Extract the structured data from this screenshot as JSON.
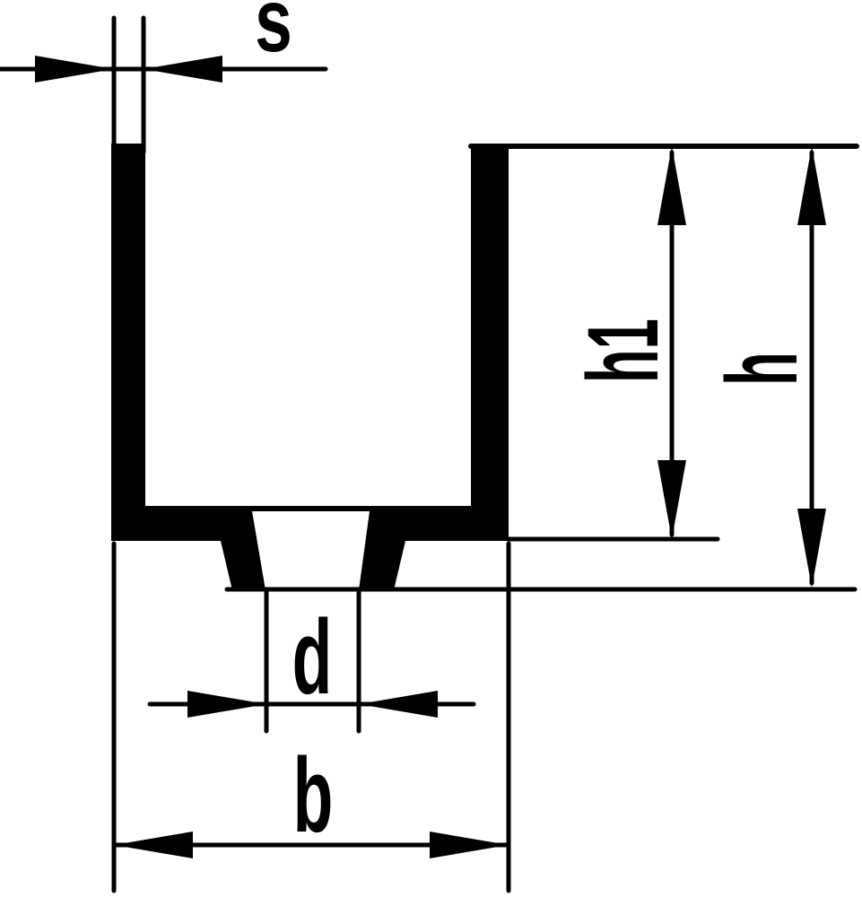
{
  "diagram": {
    "type": "technical-drawing",
    "subject": "U-channel profile cross-section with dimension annotations",
    "colors": {
      "ink": "#000000",
      "background": "#ffffff"
    },
    "dimension_labels": {
      "s": "s",
      "h1": "h1",
      "h": "h",
      "d": "d",
      "b": "b"
    }
  }
}
